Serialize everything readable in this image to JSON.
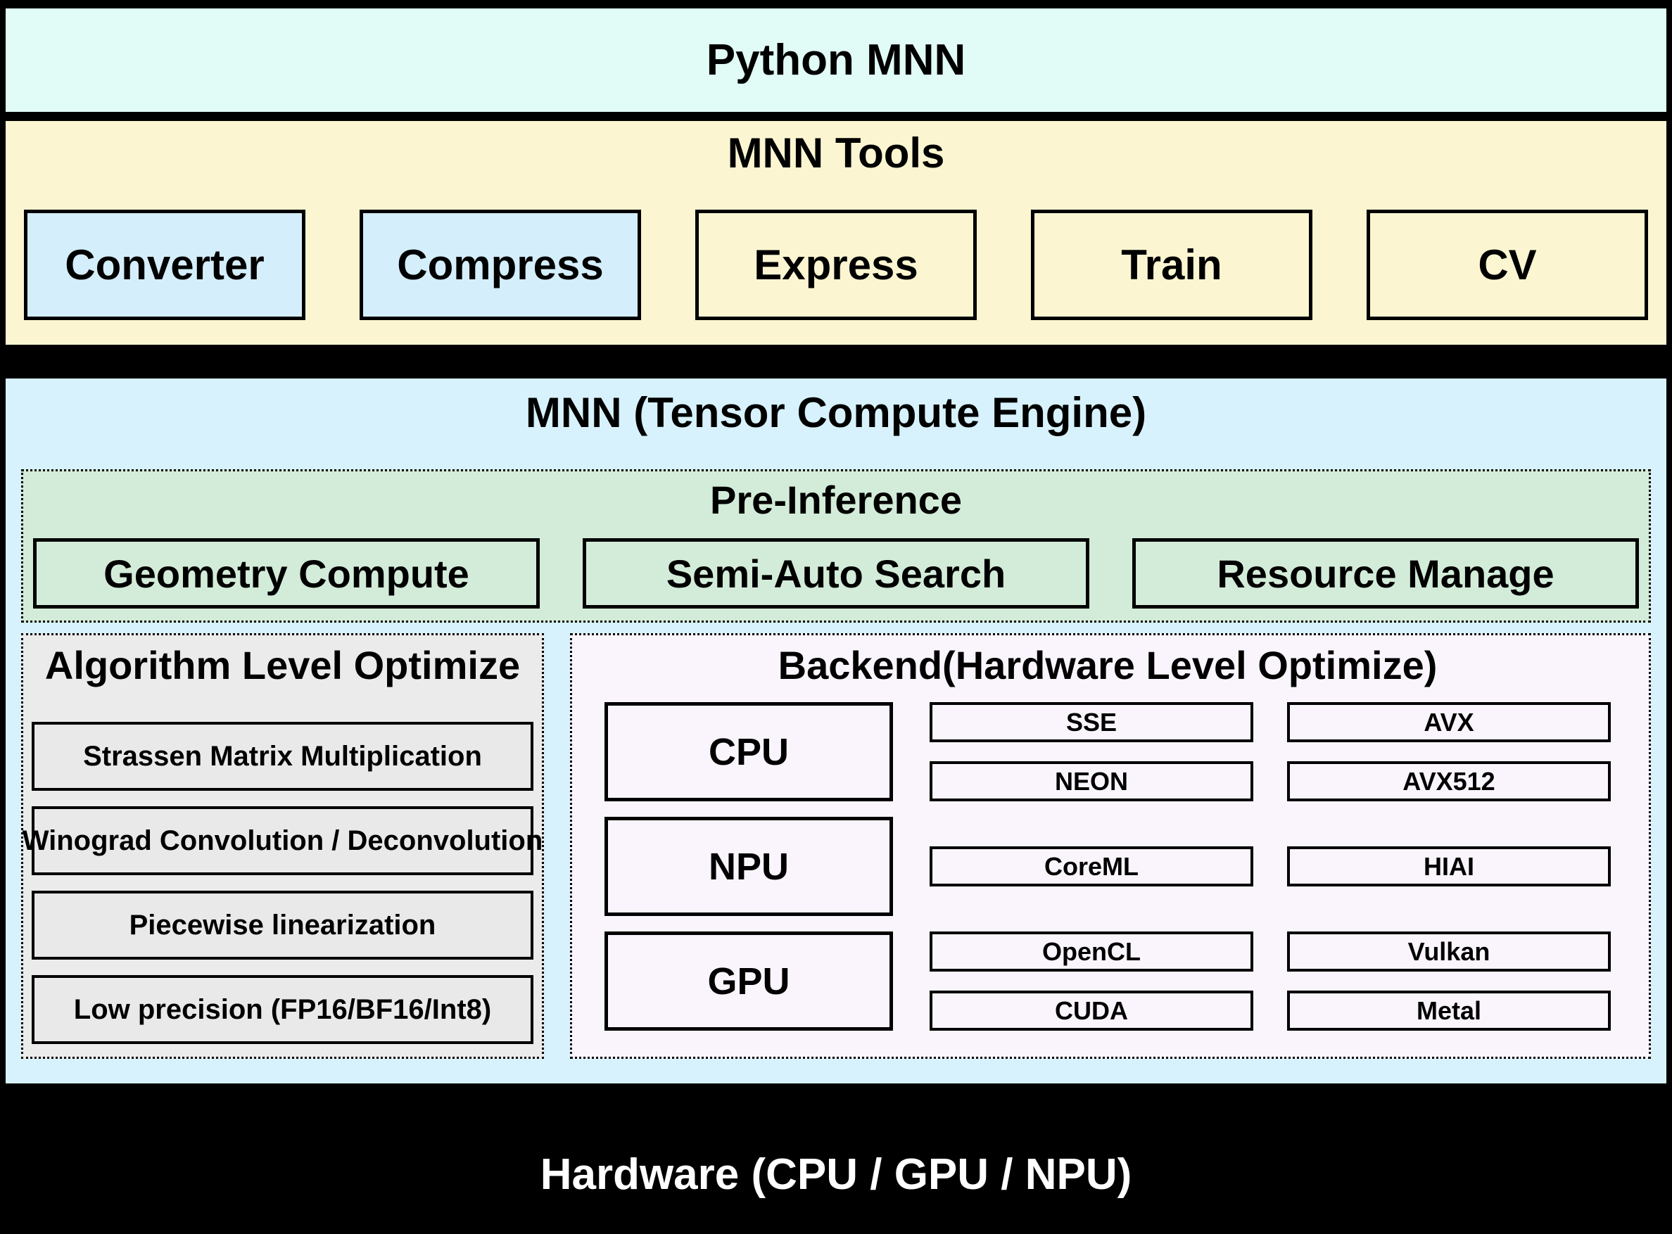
{
  "top_band": {
    "title": "Python MNN"
  },
  "tools_band": {
    "title": "MNN Tools",
    "items": [
      {
        "label": "Converter",
        "style": "blue"
      },
      {
        "label": "Compress",
        "style": "blue"
      },
      {
        "label": "Express",
        "style": "yellow"
      },
      {
        "label": "Train",
        "style": "yellow"
      },
      {
        "label": "CV",
        "style": "yellow"
      }
    ]
  },
  "engine": {
    "title": "MNN (Tensor Compute Engine)",
    "pre_inference": {
      "title": "Pre-Inference",
      "items": [
        "Geometry Compute",
        "Semi-Auto Search",
        "Resource Manage"
      ]
    },
    "algorithm": {
      "title": "Algorithm Level Optimize",
      "items": [
        "Strassen Matrix Multiplication",
        "Winograd Convolution / Deconvolution",
        "Piecewise linearization",
        "Low precision (FP16/BF16/Int8)"
      ]
    },
    "backend": {
      "title": "Backend(Hardware Level Optimize)",
      "rows": [
        {
          "processor": "CPU",
          "cells": [
            [
              "SSE",
              "AVX"
            ],
            [
              "NEON",
              "AVX512"
            ]
          ]
        },
        {
          "processor": "NPU",
          "cells": [
            [
              "CoreML",
              "HIAI"
            ]
          ]
        },
        {
          "processor": "GPU",
          "cells": [
            [
              "OpenCL",
              "Vulkan"
            ],
            [
              "CUDA",
              "Metal"
            ]
          ]
        }
      ]
    }
  },
  "hardware_band": {
    "title": "Hardware (CPU / GPU / NPU)"
  },
  "colors": {
    "band_cyan": "#e1fbf6",
    "band_yellow": "#fbf6d1",
    "tool_blue": "#d4eefc",
    "engine_blue": "#d7f2fc",
    "green": "#d3ecd9",
    "gray_panel": "#ebebeb",
    "gray_item": "#e9e9e9",
    "lavender": "#faf5fd",
    "border": "#000000",
    "hardware_text": "#ffffff"
  }
}
